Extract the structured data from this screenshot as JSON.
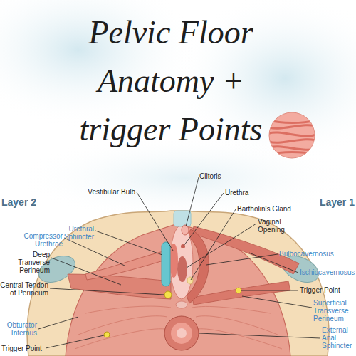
{
  "diagram": {
    "title": "Pelvic Floor Anatomy + trigger Points",
    "labels": [
      "Clitoris",
      "Vestibular Bulb",
      "Urethra",
      "Layer 2",
      "Layer 1",
      "Bartholin's Gland",
      "Urethral Sphincter",
      "Vaginal Opening",
      "Compressor Urethrae",
      "Bulbocavernosus",
      "Ischiocavernosus",
      "Deep Tranverse Perineum",
      "Trigger Point",
      "Central Tendon of Perineum",
      "Superficial Transverse Perineum",
      "Obturator Internus",
      "External Anal Sphincter",
      "Trigger Point"
    ]
  }
}
